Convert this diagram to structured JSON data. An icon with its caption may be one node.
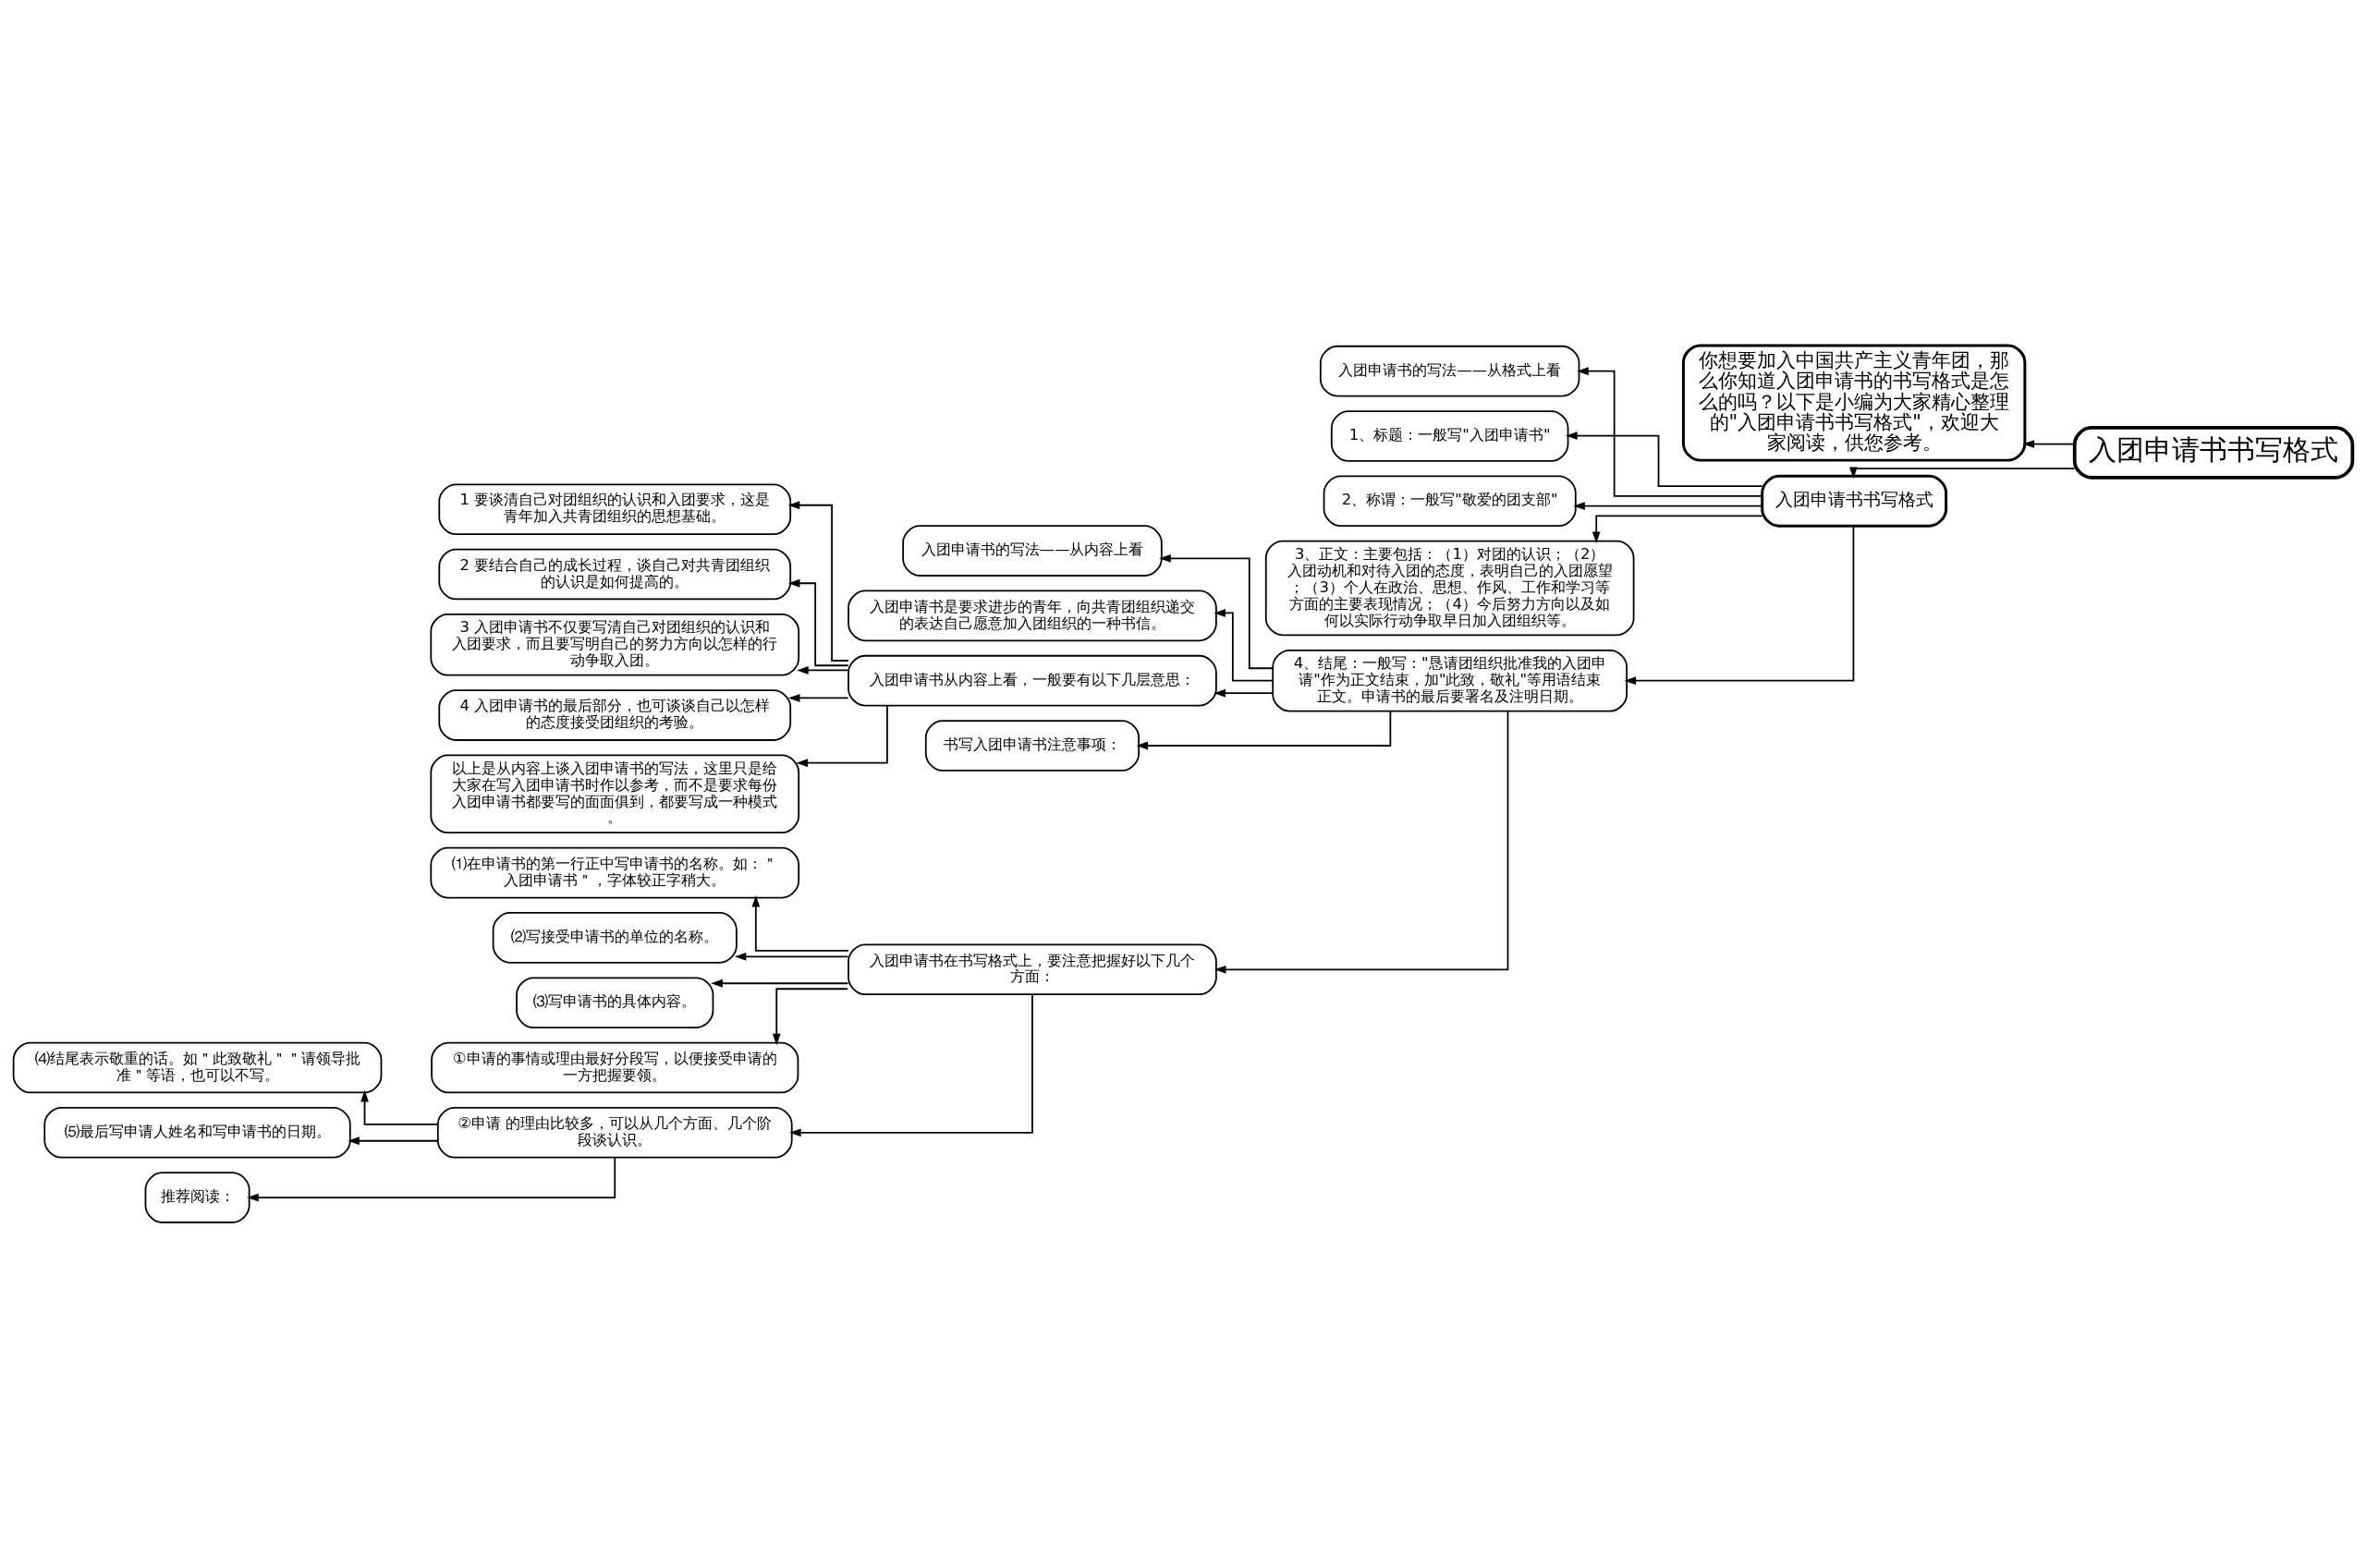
{
  "diagram": {
    "nodes": [
      {
        "text": [
          "入团申请书书写格式"
        ]
      },
      {
        "text": [
          "你想要加入中国共产主义青年团，那么你知道入团申请书的书写格式是怎么的吗？以下是小编为大家精心整理的\"入团申请书书写格式\"，欢迎大家阅读，供您参考。"
        ]
      },
      {
        "text": [
          "入团申请书书写格式"
        ]
      },
      {
        "text": [
          "入团申请书的写法——从格式上看"
        ]
      },
      {
        "text": [
          "1、标题：一般写\"入团申请书\""
        ]
      },
      {
        "text": [
          "2、称谓：一般写\"敬爱的团支部\""
        ]
      },
      {
        "text": [
          "3、正文：主要包括：（1）对团的认识；（2）入团动机和对待入团的态度，表明自己的入团愿望；（3）个人在政治、思想、作风、工作和学习等方面的主要表现情况；（4）今后努力方向以及如何以实际行动争取早日加入团组织等。"
        ]
      },
      {
        "text": [
          "4、结尾：一般写：\"恳请团组织批准我的入团申请\"作为正文结束，加\"此致，敬礼\"等用语结束正文。申请书的最后要署名及注明日期。"
        ]
      },
      {
        "text": [
          "入团申请书的写法——从内容上看"
        ]
      },
      {
        "text": [
          "入团申请书是要求进步的青年，向共青团组织递交的表达自己愿意加入团组织的一种书信。"
        ]
      },
      {
        "text": [
          "入团申请书从内容上看，一般要有以下几层意思："
        ]
      },
      {
        "text": [
          "书写入团申请书注意事项："
        ]
      },
      {
        "text": [
          "入团申请书在书写格式上，要注意把握好以下几个方面："
        ]
      },
      {
        "text": [
          "1 要谈清自己对团组织的认识和入团要求，这是青年加入共青团组织的思想基础。"
        ]
      },
      {
        "text": [
          "2 要结合自己的成长过程，谈自己对共青团组织的认识是如何提高的。"
        ]
      },
      {
        "text": [
          "3 入团申请书不仅要写清自己对团组织的认识和入团要求，而且要写明自己的努力方向以怎样的行动争取入团。"
        ]
      },
      {
        "text": [
          "4 入团申请书的最后部分，也可谈谈自己以怎样的态度接受团组织的考验。"
        ]
      },
      {
        "text": [
          "以上是从内容上谈入团申请书的写法，这里只是给大家在写入团申请书时作以参考，而不是要求每份入团申请书都要写的面面俱到，都要写成一种模式。"
        ]
      },
      {
        "text": [
          "⑴在申请书的第一行正中写申请书的名称。如：＂入团申请书＂，字体较正字稍大。"
        ]
      },
      {
        "text": [
          "⑵写接受申请书的单位的名称。"
        ]
      },
      {
        "text": [
          "⑶写申请书的具体内容。"
        ]
      },
      {
        "text": [
          "①申请的事情或理由最好分段写，以便接受申请的一方把握要领。"
        ]
      },
      {
        "text": [
          "②申请 的理由比较多，可以从几个方面、几个阶段谈认识。"
        ]
      },
      {
        "text": [
          "⑷结尾表示敬重的话。如＂此致敬礼＂＂请领导批准＂等语，也可以不写。"
        ]
      },
      {
        "text": [
          "⑸最后写申请人姓名和写申请书的日期。"
        ]
      },
      {
        "text": [
          "推荐阅读："
        ]
      }
    ],
    "edges": [
      {
        "from": 0,
        "to": 1,
        "arrow": "to"
      },
      {
        "from": 0,
        "to": 2,
        "arrow": "to"
      },
      {
        "from": 2,
        "to": 3,
        "arrow": "to"
      },
      {
        "from": 2,
        "to": 4,
        "arrow": "to"
      },
      {
        "from": 2,
        "to": 5,
        "arrow": "to"
      },
      {
        "from": 2,
        "to": 6,
        "arrow": "to"
      },
      {
        "from": 2,
        "to": 7,
        "arrow": "to"
      },
      {
        "from": 7,
        "to": 8,
        "arrow": "to"
      },
      {
        "from": 7,
        "to": 9,
        "arrow": "to"
      },
      {
        "from": 7,
        "to": 10,
        "arrow": "to"
      },
      {
        "from": 7,
        "to": 11,
        "arrow": "to"
      },
      {
        "from": 7,
        "to": 12,
        "arrow": "to"
      },
      {
        "from": 10,
        "to": 13,
        "arrow": "to"
      },
      {
        "from": 10,
        "to": 14,
        "arrow": "to"
      },
      {
        "from": 10,
        "to": 15,
        "arrow": "to"
      },
      {
        "from": 10,
        "to": 16,
        "arrow": "to"
      },
      {
        "from": 10,
        "to": 17,
        "arrow": "to"
      },
      {
        "from": 12,
        "to": 18,
        "arrow": "to"
      },
      {
        "from": 12,
        "to": 19,
        "arrow": "to"
      },
      {
        "from": 12,
        "to": 20,
        "arrow": "to"
      },
      {
        "from": 12,
        "to": 21,
        "arrow": "to"
      },
      {
        "from": 12,
        "to": 22,
        "arrow": "to"
      },
      {
        "from": 22,
        "to": 23,
        "arrow": "to"
      },
      {
        "from": 22,
        "to": 24,
        "arrow": "to"
      },
      {
        "from": 22,
        "to": 25,
        "arrow": "to"
      }
    ]
  }
}
